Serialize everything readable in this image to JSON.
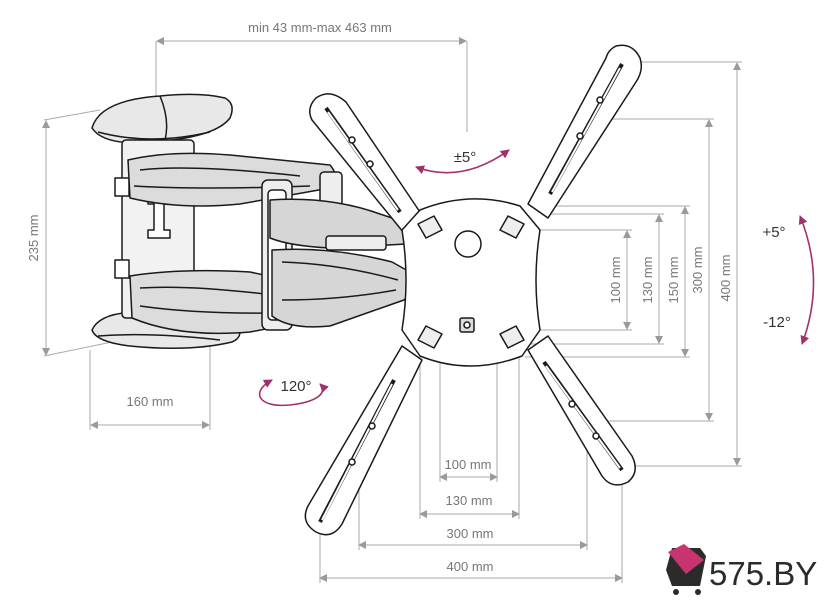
{
  "dimensions": {
    "extension": "min 43 mm-max 463 mm",
    "height_arm": "235 mm",
    "depth_base": "160 mm",
    "vesa_horizontal": [
      "100 mm",
      "130 mm",
      "300 mm",
      "400 mm"
    ],
    "vesa_vertical": [
      "100 mm",
      "130 mm",
      "150 mm",
      "300 mm",
      "400 mm"
    ]
  },
  "rotation": {
    "swivel": "±5°",
    "turn": "120°",
    "tilt_up": "+5°",
    "tilt_down": "-12°"
  },
  "colors": {
    "line": "#1a1a1a",
    "dimension": "#aaaaaa",
    "arrow": "#a3306e",
    "brand_text": "#2b2b2b",
    "logo_pink": "#c8346f",
    "logo_dark": "#2b2b2b"
  },
  "brand": {
    "name": "575.BY",
    "logo_icon": "cart-icon"
  }
}
